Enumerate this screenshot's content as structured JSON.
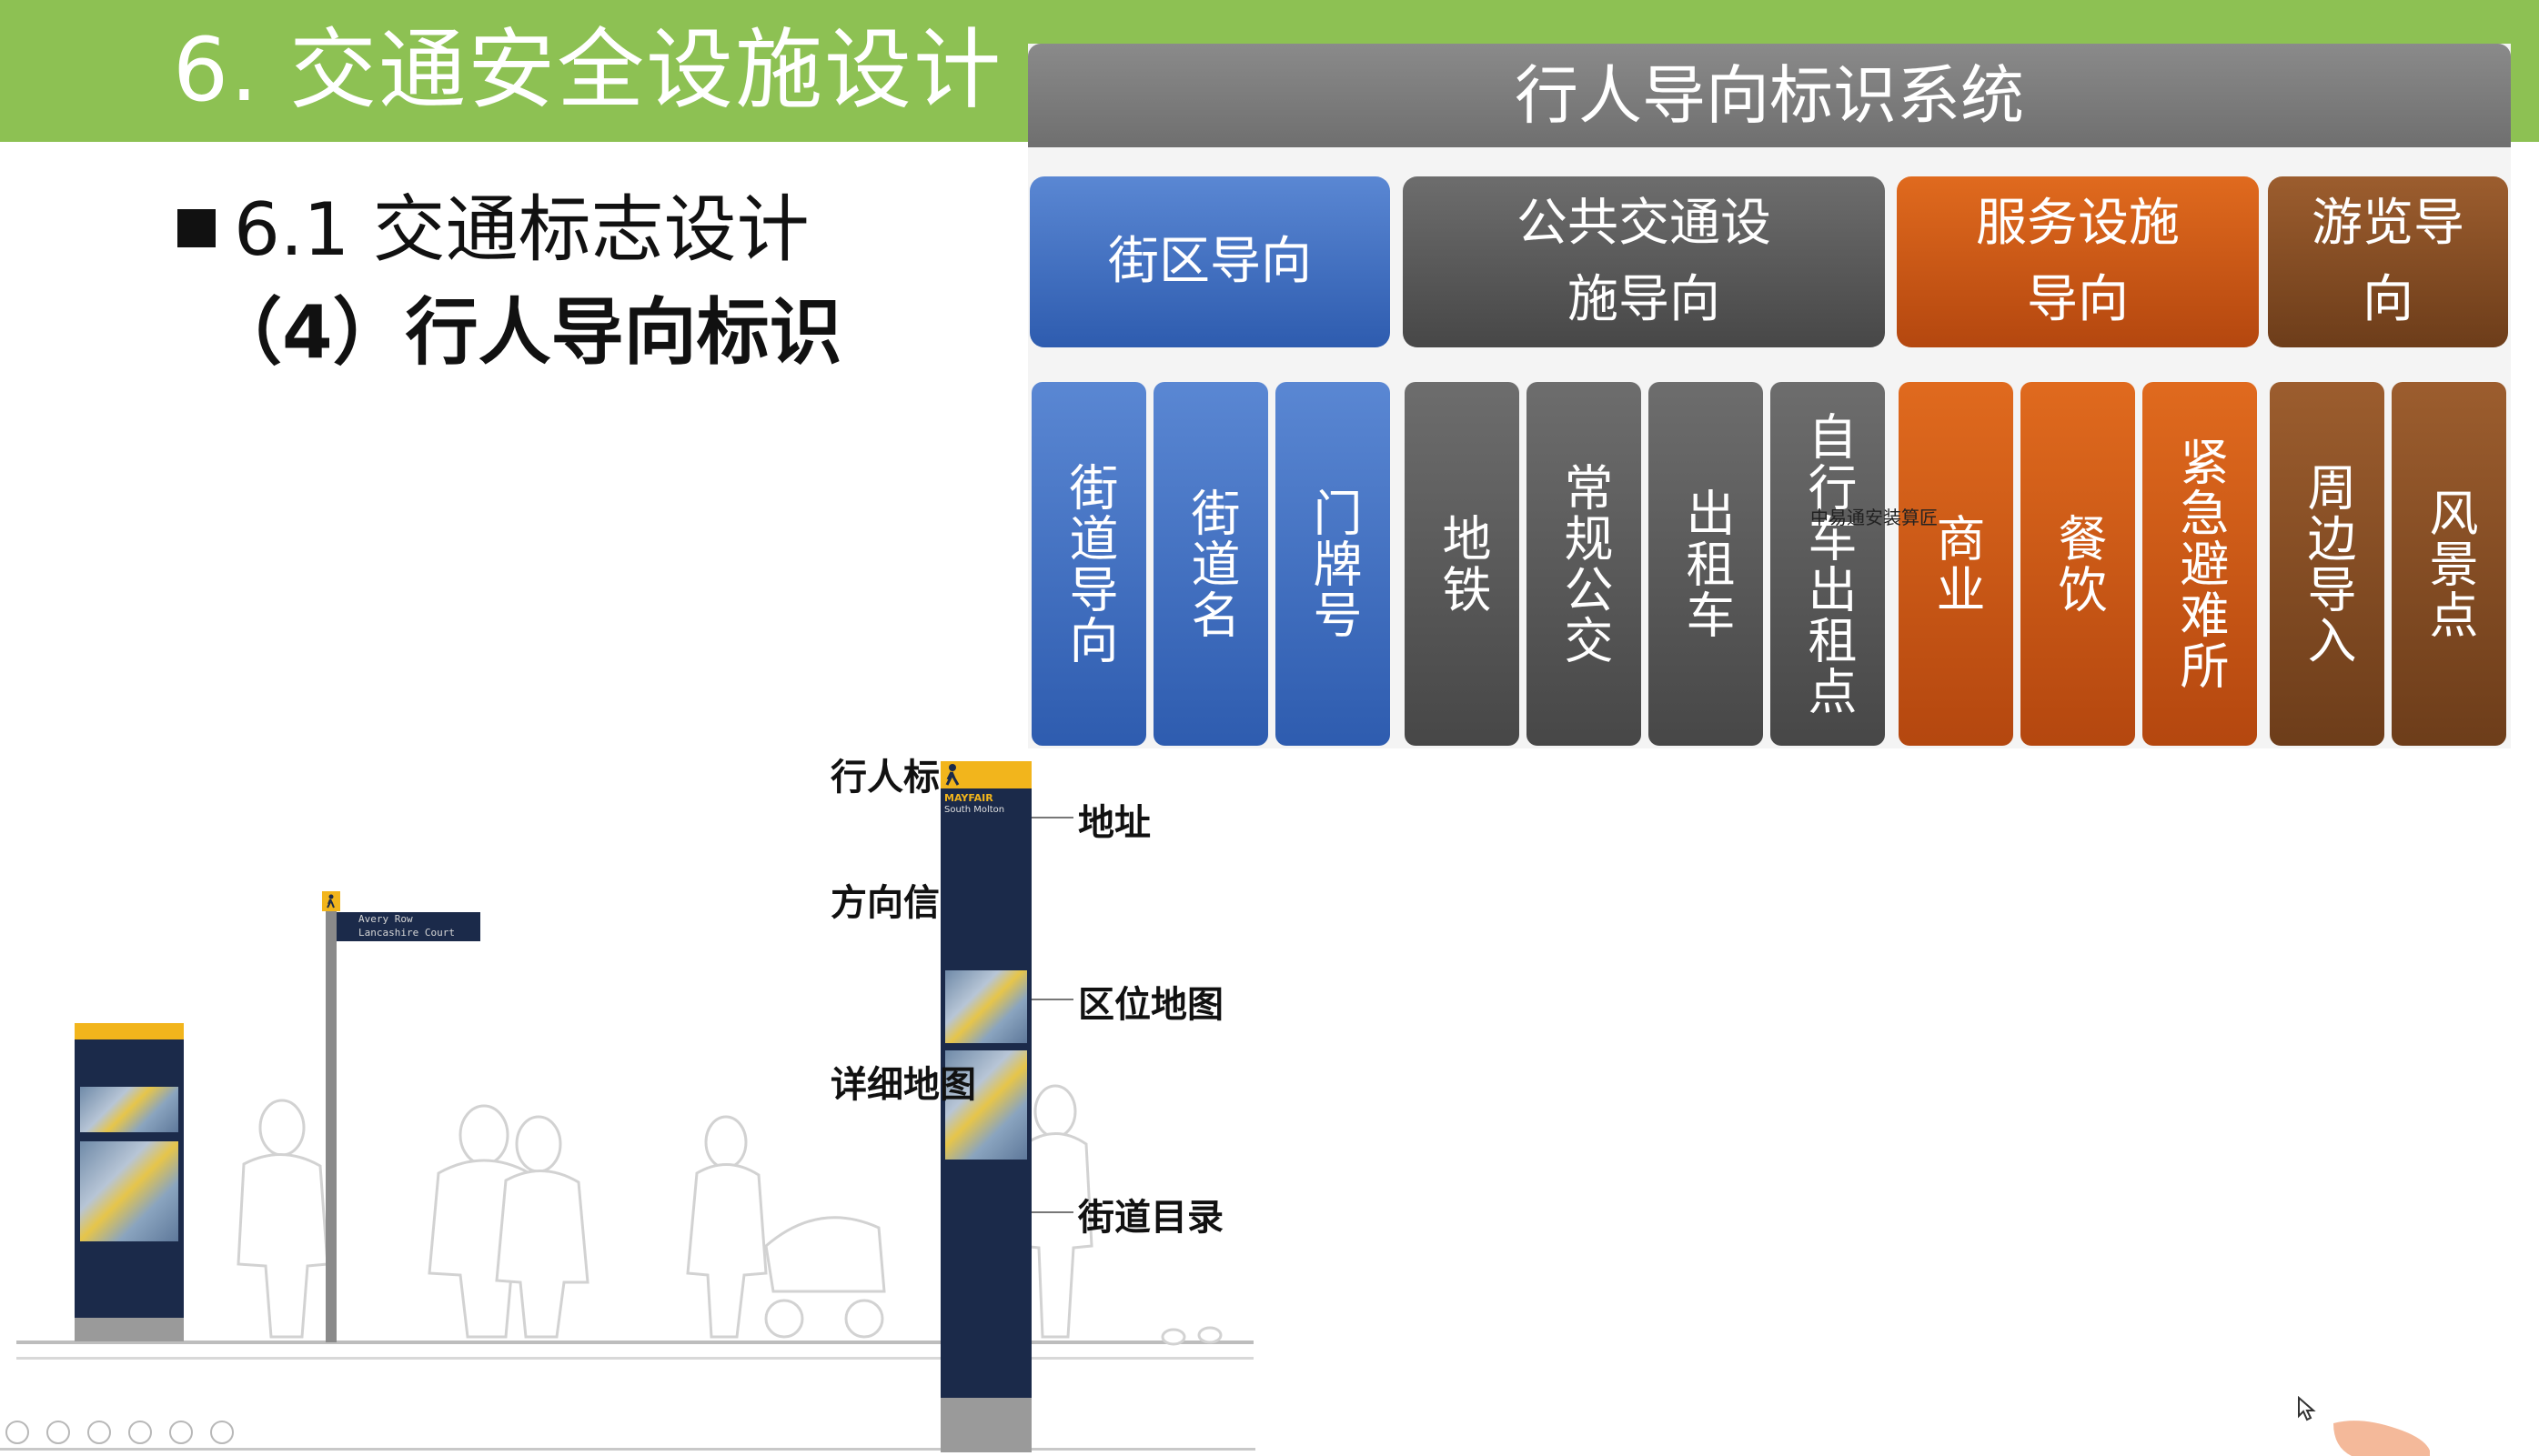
{
  "slide": {
    "title": "6. 交通安全设施设计",
    "subtitle": "6.1 交通标志设计",
    "section": "（4）行人导向标识"
  },
  "diagram": {
    "title": "行人导向标识系统",
    "categories": [
      {
        "label": "街区导向",
        "color": "#3d6fc4"
      },
      {
        "label": "公共交通设施导向",
        "color": "#5a5a5a"
      },
      {
        "label": "服务设施导向",
        "color": "#c9571a"
      },
      {
        "label": "游览导向",
        "color": "#804b24"
      }
    ],
    "items": [
      "街道导向",
      "街道名",
      "门牌号",
      "地铁",
      "常规公交",
      "出租车",
      "自行车出租点",
      "商业",
      "餐饮",
      "紧急避难所",
      "周边导入",
      "风景点"
    ],
    "watermark": "中易通安装算匠"
  },
  "scene": {
    "callouts": {
      "pedestrian": "行人标",
      "address": "地址",
      "direction": "方向信",
      "district_map": "区位地图",
      "detail_map": "详细地图",
      "street_index": "街道目录"
    },
    "totem_text": {
      "area": "MAYFAIR",
      "street": "South Molton"
    },
    "street_sign": {
      "line1": "Avery Row",
      "line2": "Lancashire Court"
    }
  },
  "icons": {
    "pedestrian": "walking-person-icon",
    "cursor": "pointer-hand-icon"
  },
  "colors": {
    "header_green": "#8dc153",
    "accent_yellow": "#f2b51c",
    "sign_navy": "#1b2a4a"
  }
}
